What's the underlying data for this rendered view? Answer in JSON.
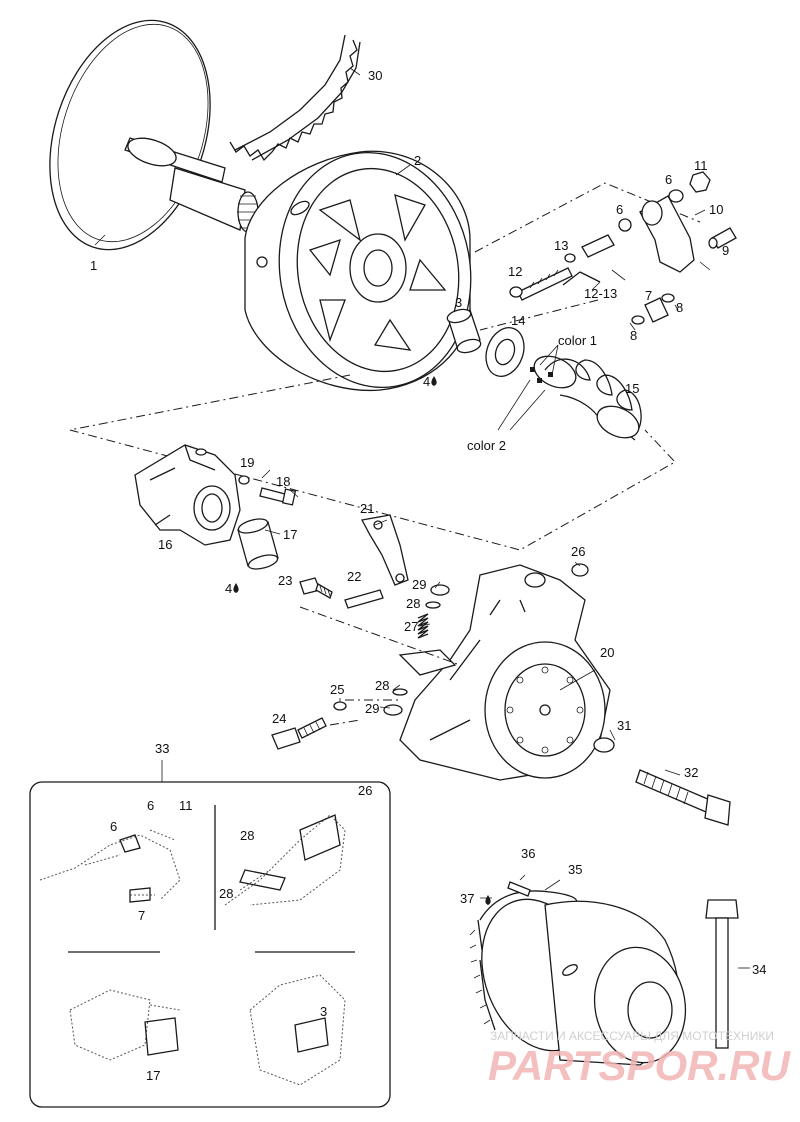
{
  "callouts": {
    "c1": "1",
    "c2": "2",
    "c3": "3",
    "c4a": "4",
    "c4b": "4",
    "c6a": "6",
    "c6b": "6",
    "c7": "7",
    "c8a": "8",
    "c8b": "8",
    "c9": "9",
    "c10": "10",
    "c11": "11",
    "c12": "12",
    "c12_13": "12-13",
    "c13": "13",
    "c14": "14",
    "c15": "15",
    "c16": "16",
    "c17": "17",
    "c18": "18",
    "c19": "19",
    "c20": "20",
    "c21": "21",
    "c22": "22",
    "c23": "23",
    "c24": "24",
    "c25": "25",
    "c26": "26",
    "c27": "27",
    "c28a": "28",
    "c28b": "28",
    "c29a": "29",
    "c29b": "29",
    "c30": "30",
    "c31": "31",
    "c32": "32",
    "c33": "33",
    "c34": "34",
    "c35": "35",
    "c36": "36",
    "c37": "37",
    "color1": "color 1",
    "color2": "color 2"
  },
  "inset": {
    "i6a": "6",
    "i11": "11",
    "i6b": "6",
    "i7": "7",
    "i26": "26",
    "i28a": "28",
    "i28b": "28",
    "i3": "3",
    "i17": "17"
  },
  "watermark": {
    "line1": "ЗАПЧАСТИ И АКСЕССУАРЫ ДЛЯ МОТОТЕХНИКИ",
    "line2": "PARTSPOR.RU"
  },
  "colors": {
    "ink": "#1a1a1a",
    "watermark_red": "#f2b4b4",
    "watermark_grey": "#cfcfcf"
  }
}
